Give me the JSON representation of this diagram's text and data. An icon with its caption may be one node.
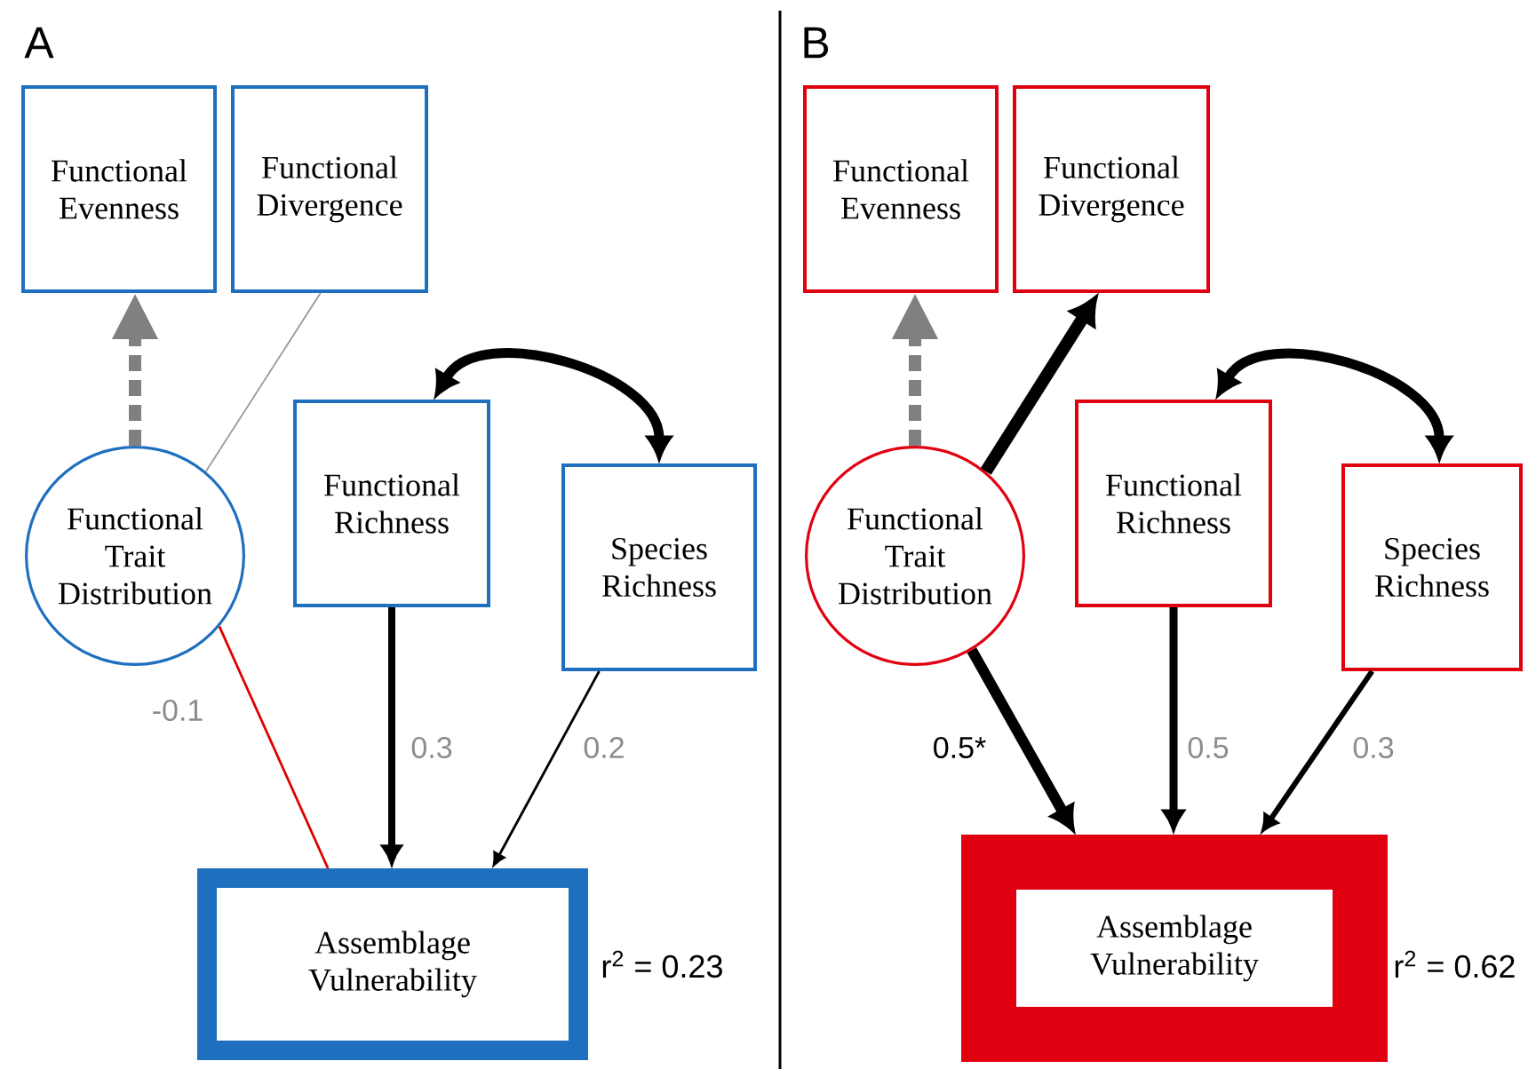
{
  "diagram": {
    "nodes": [
      {
        "text": [
          "Functional Evenness"
        ]
      },
      {
        "text": [
          "Functional Divergence"
        ]
      },
      {
        "text": [
          "Functional Trait Distribution"
        ]
      },
      {
        "text": [
          "Functional Richness"
        ]
      },
      {
        "text": [
          "Species Richness"
        ]
      },
      {
        "text": [
          "Assemblage Vulnerability"
        ],
        "beside": [
          "r$^{2}$ = 0.23"
        ]
      },
      {
        "text": [
          "Functional Evenness"
        ]
      },
      {
        "text": [
          "Functional Divergence"
        ]
      },
      {
        "text": [
          "Functional Trait Distribution"
        ]
      },
      {
        "text": [
          "Functional Richness"
        ]
      },
      {
        "text": [
          "Species Richness"
        ]
      },
      {
        "text": [
          "Assemblage Vulnerability"
        ],
        "beside": [
          "r$^{2}$ = 0.62"
        ]
      }
    ],
    "edges": [
      {
        "from": 2,
        "to": 0,
        "arrow": "to",
        "style": "dashed",
        "color": "#808080"
      },
      {
        "from": 2,
        "to": 1,
        "arrow": "none",
        "color": "#999999"
      },
      {
        "from": 3,
        "to": 4,
        "arrow": "both"
      },
      {
        "from": 2,
        "to": 5,
        "arrow": "none",
        "label": "-0.1",
        "color": "#e00000"
      },
      {
        "from": 3,
        "to": 5,
        "arrow": "to",
        "label": "0.3"
      },
      {
        "from": 4,
        "to": 5,
        "arrow": "to",
        "label": "0.2"
      },
      {
        "from": 8,
        "to": 6,
        "arrow": "to",
        "style": "dashed",
        "color": "#808080"
      },
      {
        "from": 8,
        "to": 7,
        "arrow": "to"
      },
      {
        "from": 9,
        "to": 10,
        "arrow": "both"
      },
      {
        "from": 8,
        "to": 11,
        "arrow": "to",
        "label": "0.5*"
      },
      {
        "from": 9,
        "to": 11,
        "arrow": "to",
        "label": "0.5"
      },
      {
        "from": 10,
        "to": 11,
        "arrow": "to",
        "label": "0.3"
      }
    ],
    "labels": [
      "A",
      "B"
    ]
  }
}
